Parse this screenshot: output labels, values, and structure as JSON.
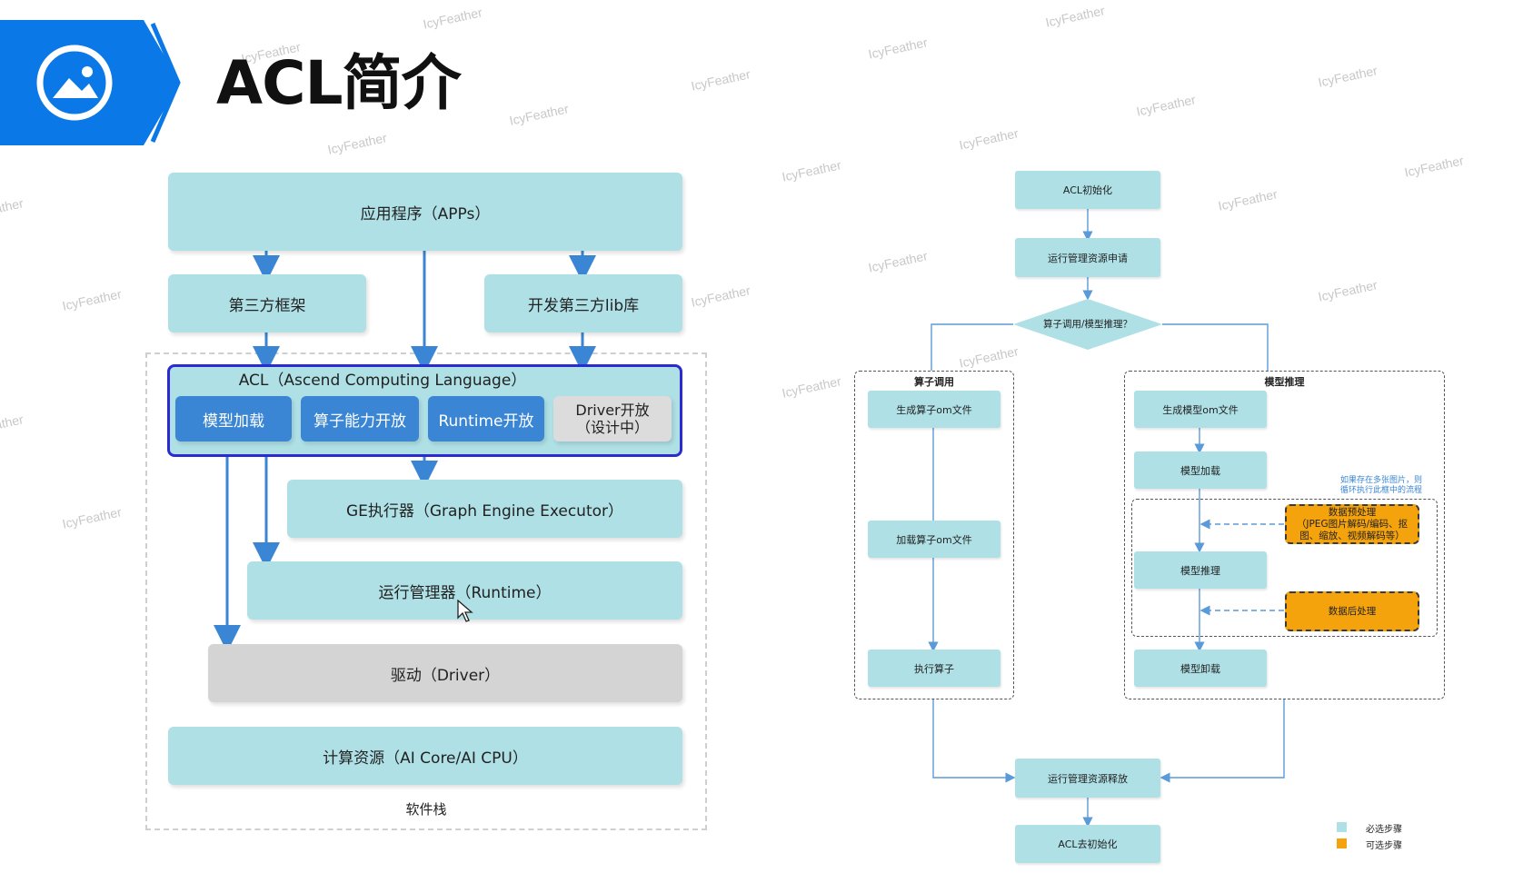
{
  "title": "ACL简介",
  "header": {
    "icon": "image-icon",
    "accent_color": "#0a78e6"
  },
  "watermark": "IcyFeather",
  "software_stack": {
    "label": "软件栈",
    "apps": "应用程序（APPs）",
    "third_party_framework": "第三方框架",
    "third_party_lib": "开发第三方lib库",
    "acl": {
      "title": "ACL（Ascend Computing Language）",
      "modules": [
        "模型加载",
        "算子能力开放",
        "Runtime开放"
      ],
      "driver_module_line1": "Driver开放",
      "driver_module_line2": "（设计中）"
    },
    "ge_executor": "GE执行器（Graph Engine Executor）",
    "runtime": "运行管理器（Runtime）",
    "driver": "驱动（Driver）",
    "compute": "计算资源（AI Core/AI CPU）"
  },
  "flowchart": {
    "init": "ACL初始化",
    "resource_request": "运行管理资源申请",
    "decision": "算子调用/模型推理？",
    "op_branch": {
      "title": "算子调用",
      "steps": [
        "生成算子om文件",
        "加载算子om文件",
        "执行算子"
      ]
    },
    "model_branch": {
      "title": "模型推理",
      "generate": "生成模型om文件",
      "load": "模型加载",
      "note_line1": "如果存在多张图片，则",
      "note_line2": "循环执行此框中的流程",
      "preprocess_line1": "数据预处理",
      "preprocess_line2": "（JPEG图片解码/编码、抠",
      "preprocess_line3": "图、缩放、视频解码等）",
      "inference": "模型推理",
      "postprocess": "数据后处理",
      "unload": "模型卸载"
    },
    "resource_release": "运行管理资源释放",
    "deinit": "ACL去初始化",
    "legend": [
      {
        "label": "必选步骤",
        "color": "#aee0e6"
      },
      {
        "label": "可选步骤",
        "color": "#f5a30c"
      }
    ]
  }
}
